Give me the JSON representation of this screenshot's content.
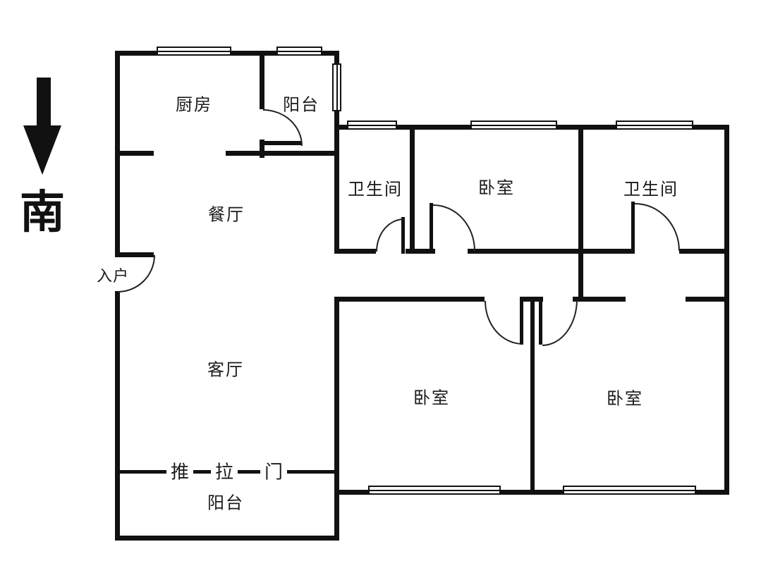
{
  "compass": {
    "south_label": "南",
    "direction": "down"
  },
  "entrance": {
    "label": "入户"
  },
  "sliding_door": {
    "chars": [
      "推",
      "拉",
      "门"
    ]
  },
  "rooms": [
    {
      "name": "kitchen",
      "label": "厨房"
    },
    {
      "name": "balcony-north",
      "label": "阳台"
    },
    {
      "name": "dining-room",
      "label": "餐厅"
    },
    {
      "name": "bathroom-1",
      "label": "卫生间"
    },
    {
      "name": "bedroom-north",
      "label": "卧室"
    },
    {
      "name": "bathroom-2",
      "label": "卫生间"
    },
    {
      "name": "living-room",
      "label": "客厅"
    },
    {
      "name": "bedroom-south-middle",
      "label": "卧室"
    },
    {
      "name": "bedroom-south-east",
      "label": "卧室"
    },
    {
      "name": "balcony-south",
      "label": "阳台"
    }
  ],
  "colors": {
    "wall": "#111111",
    "background": "#ffffff",
    "text": "#1a1a1a"
  }
}
